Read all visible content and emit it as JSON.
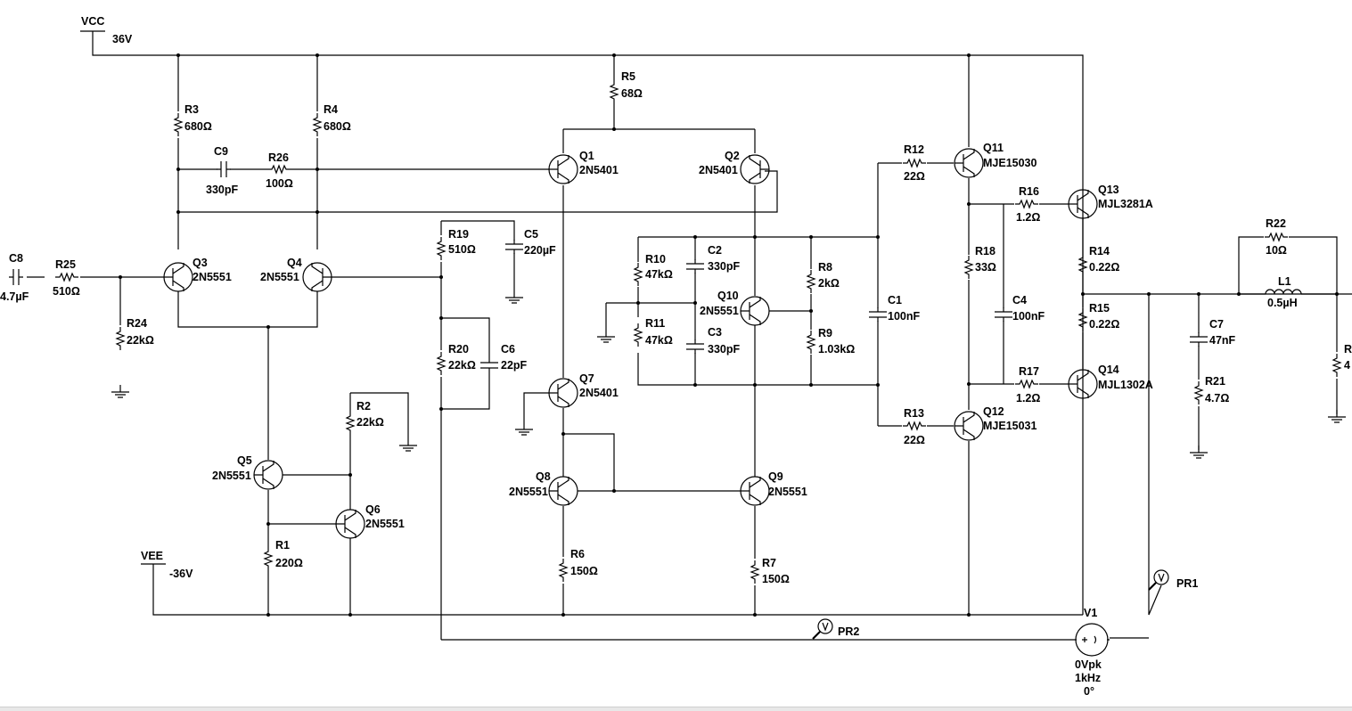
{
  "rails": {
    "vcc_name": "VCC",
    "vcc_value": "36V",
    "vee_name": "VEE",
    "vee_value": "-36V"
  },
  "resistors": {
    "R1": {
      "name": "R1",
      "value": "220Ω"
    },
    "R2": {
      "name": "R2",
      "value": "22kΩ"
    },
    "R3": {
      "name": "R3",
      "value": "680Ω"
    },
    "R4": {
      "name": "R4",
      "value": "680Ω"
    },
    "R5": {
      "name": "R5",
      "value": "68Ω"
    },
    "R6": {
      "name": "R6",
      "value": "150Ω"
    },
    "R7": {
      "name": "R7",
      "value": "150Ω"
    },
    "R8": {
      "name": "R8",
      "value": "2kΩ"
    },
    "R9": {
      "name": "R9",
      "value": "1.03kΩ"
    },
    "R10": {
      "name": "R10",
      "value": "47kΩ"
    },
    "R11": {
      "name": "R11",
      "value": "47kΩ"
    },
    "R12": {
      "name": "R12",
      "value": "22Ω"
    },
    "R13": {
      "name": "R13",
      "value": "22Ω"
    },
    "R14": {
      "name": "R14",
      "value": "0.22Ω"
    },
    "R15": {
      "name": "R15",
      "value": "0.22Ω"
    },
    "R16": {
      "name": "R16",
      "value": "1.2Ω"
    },
    "R17": {
      "name": "R17",
      "value": "1.2Ω"
    },
    "R18": {
      "name": "R18",
      "value": "33Ω"
    },
    "R19": {
      "name": "R19",
      "value": "510Ω"
    },
    "R20": {
      "name": "R20",
      "value": "22kΩ"
    },
    "R21": {
      "name": "R21",
      "value": "4.7Ω"
    },
    "R22": {
      "name": "R22",
      "value": "10Ω"
    },
    "R23": {
      "name": "R",
      "value": "4"
    },
    "R24": {
      "name": "R24",
      "value": "22kΩ"
    },
    "R25": {
      "name": "R25",
      "value": "510Ω"
    },
    "R26": {
      "name": "R26",
      "value": "100Ω"
    }
  },
  "capacitors": {
    "C1": {
      "name": "C1",
      "value": "100nF"
    },
    "C2": {
      "name": "C2",
      "value": "330pF"
    },
    "C3": {
      "name": "C3",
      "value": "330pF"
    },
    "C4": {
      "name": "C4",
      "value": "100nF"
    },
    "C5": {
      "name": "C5",
      "value": "220µF"
    },
    "C6": {
      "name": "C6",
      "value": "22pF"
    },
    "C7": {
      "name": "C7",
      "value": "47nF"
    },
    "C8": {
      "name": "C8",
      "value": "4.7µF"
    },
    "C9": {
      "name": "C9",
      "value": "330pF"
    }
  },
  "inductors": {
    "L1": {
      "name": "L1",
      "value": "0.5µH"
    }
  },
  "transistors": {
    "Q1": {
      "name": "Q1",
      "part": "2N5401"
    },
    "Q2": {
      "name": "Q2",
      "part": "2N5401"
    },
    "Q3": {
      "name": "Q3",
      "part": "2N5551"
    },
    "Q4": {
      "name": "Q4",
      "part": "2N5551"
    },
    "Q5": {
      "name": "Q5",
      "part": "2N5551"
    },
    "Q6": {
      "name": "Q6",
      "part": "2N5551"
    },
    "Q7": {
      "name": "Q7",
      "part": "2N5401"
    },
    "Q8": {
      "name": "Q8",
      "part": "2N5551"
    },
    "Q9": {
      "name": "Q9",
      "part": "2N5551"
    },
    "Q10": {
      "name": "Q10",
      "part": "2N5551"
    },
    "Q11": {
      "name": "Q11",
      "part": "MJE15030"
    },
    "Q12": {
      "name": "Q12",
      "part": "MJE15031"
    },
    "Q13": {
      "name": "Q13",
      "part": "MJL3281A"
    },
    "Q14": {
      "name": "Q14",
      "part": "MJL1302A"
    }
  },
  "source": {
    "name": "V1",
    "amplitude": "0Vpk",
    "frequency": "1kHz",
    "phase": "0°"
  },
  "probes": {
    "PR1": "PR1",
    "PR2": "PR2"
  },
  "colors": {
    "line": "#000000",
    "background": "#ffffff"
  }
}
